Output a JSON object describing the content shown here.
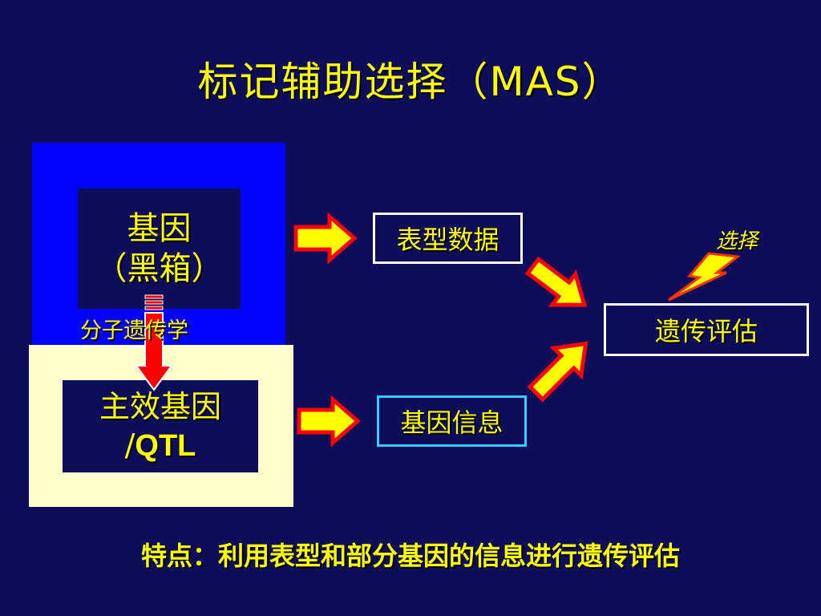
{
  "title": "标记辅助选择（MAS）",
  "gene_box": {
    "line1": "基因",
    "line2": "（黑箱）"
  },
  "molecular_label": "分子遗传学",
  "qtl_box": {
    "line1": "主效基因",
    "line2_prefix": "/",
    "line2_qtl": "QTL"
  },
  "phenotype_box": "表型数据",
  "gene_info_box": "基因信息",
  "evaluation_box": "遗传评估",
  "selection_label": "选择",
  "footer": "特点：利用表型和部分基因的信息进行遗传评估",
  "colors": {
    "background": "#0d0d5a",
    "text": "#ffff00",
    "arrow_fill": "#ffff00",
    "arrow_outline": "#ff0000",
    "blue_panel": "#0000ff",
    "cream_panel": "#ffffcc"
  }
}
